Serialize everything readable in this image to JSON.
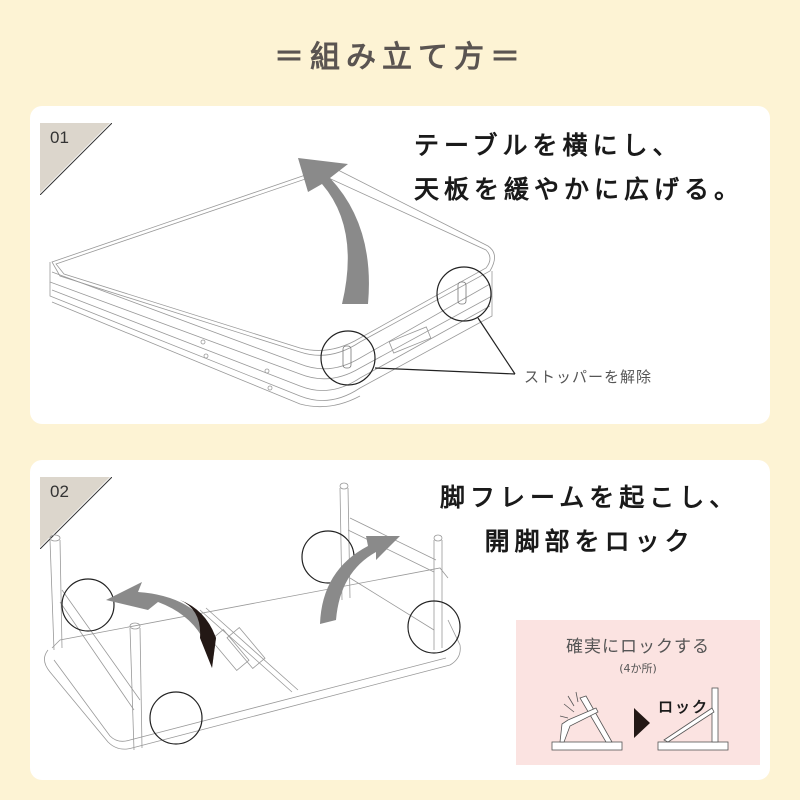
{
  "page": {
    "title": "＝組み立て方＝",
    "background_color": "#fdf3d4",
    "text_color": "#5a5451"
  },
  "steps": [
    {
      "number": "01",
      "instruction_line1": "テーブルを横にし、",
      "instruction_line2": "天板を緩やかに広げる。",
      "callout": "ストッパーを解除",
      "illustration": "folded-table-with-open-arrow"
    },
    {
      "number": "02",
      "instruction_line1": "脚フレームを起こし、",
      "instruction_line2": "開脚部をロック",
      "illustration": "table-underside-legs-unfolding",
      "lock_tip": {
        "title": "確実にロックする",
        "subtitle": "(4か所)",
        "lock_label": "ロック",
        "background_color": "#fbe3e1"
      }
    }
  ],
  "colors": {
    "badge": "#dcd6cc",
    "arrow_gray": "#8a8a8a",
    "arrow_dark": "#231815"
  }
}
